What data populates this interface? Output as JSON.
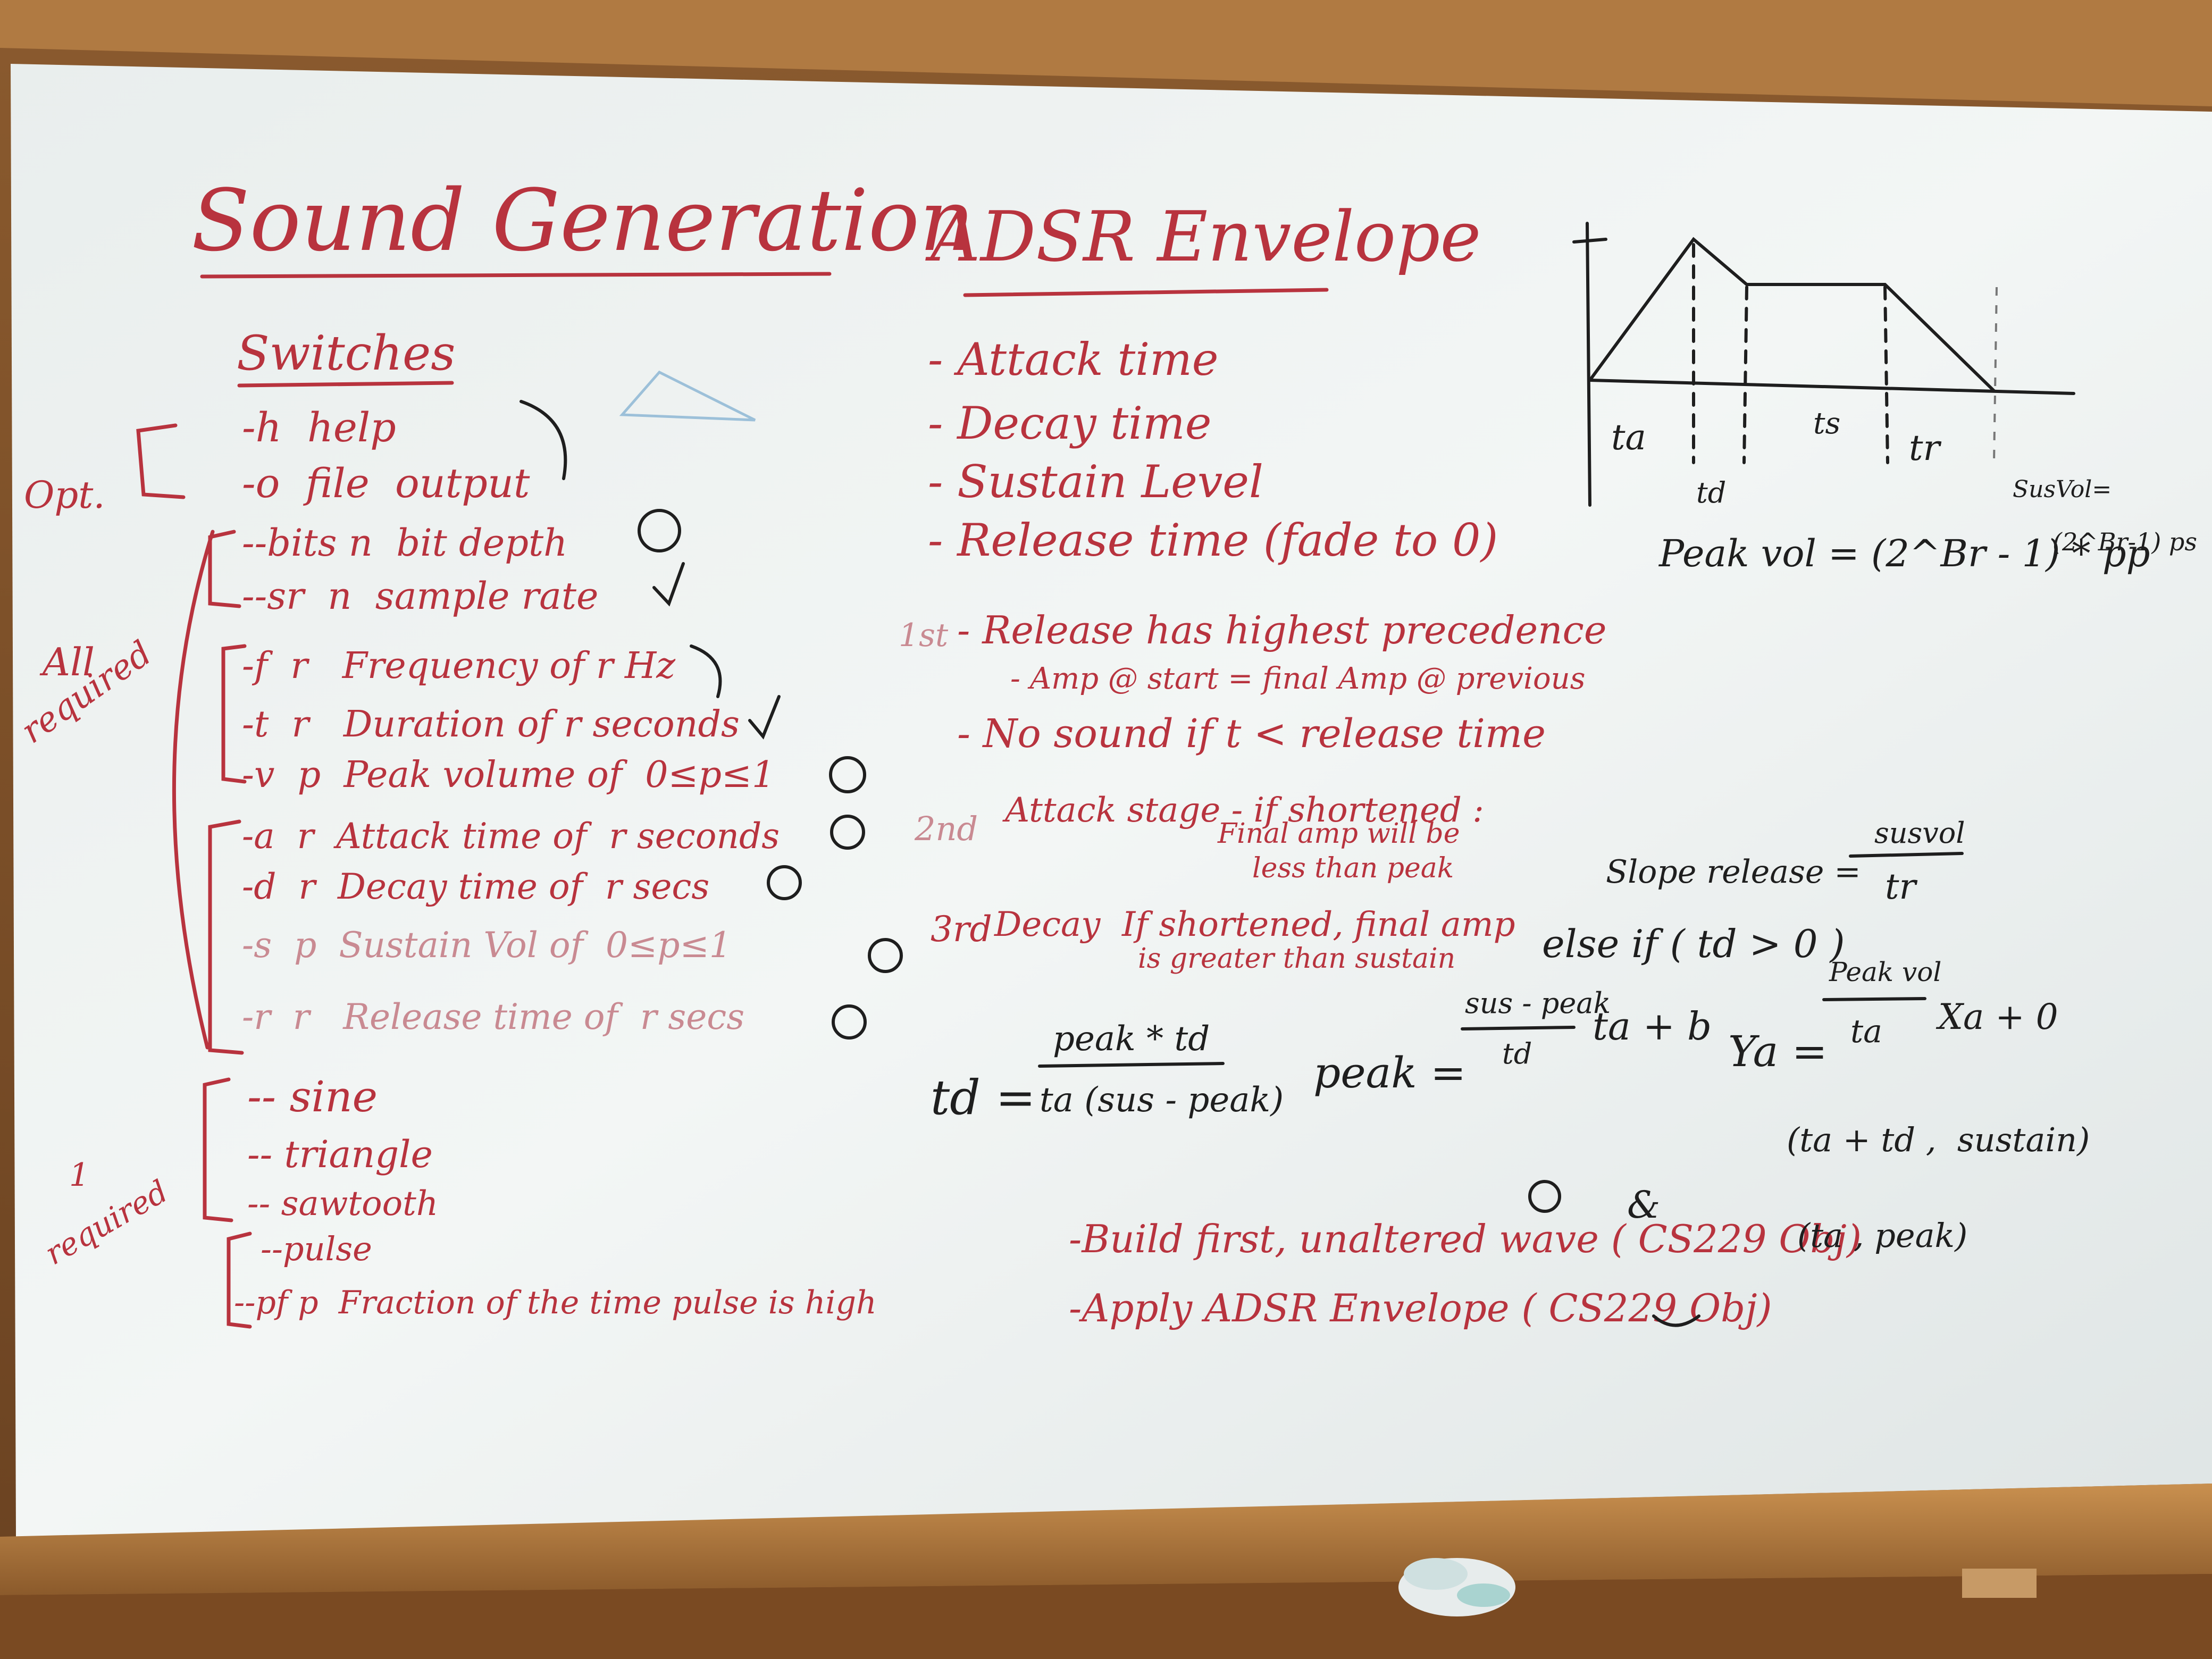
{
  "title": "Sound Generation",
  "switches_heading": "Switches",
  "groups": {
    "opt": "Opt.",
    "all_required": [
      "All",
      "required"
    ],
    "one_required": [
      "1",
      "required"
    ]
  },
  "switches": [
    {
      "text": "-h  help"
    },
    {
      "text": "-o  file  output"
    },
    {
      "text": "--bits n  bit depth"
    },
    {
      "text": "--sr  n  sample rate"
    },
    {
      "text": "-f  r   Frequency of r Hz"
    },
    {
      "text": "-t  r   Duration of r seconds"
    },
    {
      "text": "-v  p  Peak volume of  0≤p≤1"
    },
    {
      "text": "-a  r  Attack time of  r seconds"
    },
    {
      "text": "-d  r  Decay time of  r secs"
    },
    {
      "text": "-s  p  Sustain Vol of  0≤p≤1"
    },
    {
      "text": "-r  r   Release time of  r secs"
    },
    {
      "text": "-- sine"
    },
    {
      "text": "-- triangle"
    },
    {
      "text": "-- sawtooth"
    },
    {
      "text": "--pulse"
    },
    {
      "text": "--pf p  Fraction of the time pulse is high"
    }
  ],
  "adsr_heading": "ADSR Envelope",
  "adsr_items": [
    "- Attack time",
    "- Decay time",
    "- Sustain Level",
    "- Release time (fade to 0)"
  ],
  "precedence": [
    {
      "ordinal": "1st",
      "text": "- Release has highest precedence"
    },
    {
      "ordinal": "",
      "text": "- Amp @ start = final Amp @ previous"
    },
    {
      "ordinal": "",
      "text": "- No sound if t < release time"
    },
    {
      "ordinal": "2nd",
      "text": "Attack stage - if shortened :"
    },
    {
      "ordinal": "",
      "text": "Final amp will be"
    },
    {
      "ordinal": "",
      "text": "less than peak"
    },
    {
      "ordinal": "3rd",
      "text": "Decay  If shortened, final amp"
    },
    {
      "ordinal": "",
      "text": "is greater than sustain"
    }
  ],
  "graph_labels": {
    "ta": "ta",
    "td": "td",
    "ts": "ts",
    "tr": "tr",
    "susvol": "SusVol="
  },
  "formulas": {
    "peak_vol": "Peak vol = (2^Br - 1) * pp",
    "sus_vol": "(2^Br-1) ps",
    "slope_label": "Slope release =",
    "slope_num": "susvol",
    "slope_den": "tr",
    "else_if": "else if ( td > 0 )",
    "td_lhs": "td =",
    "td_num": "peak * td",
    "td_den": "ta (sus - peak)",
    "peak_lhs": "peak =",
    "peak_num": "sus - peak",
    "peak_den": "td",
    "peak_tail": "ta + b",
    "ya_lhs": "Ya =",
    "ya_num": "Peak vol",
    "ya_den": "ta",
    "ya_tail": "Xa + 0",
    "point1": "(ta + td ,  sustain)",
    "point2": "(ta , peak)"
  },
  "build_steps": [
    "-Build first, unaltered wave ( CS229 Obj)",
    "-Apply ADSR Envelope ( CS229 Obj)"
  ]
}
